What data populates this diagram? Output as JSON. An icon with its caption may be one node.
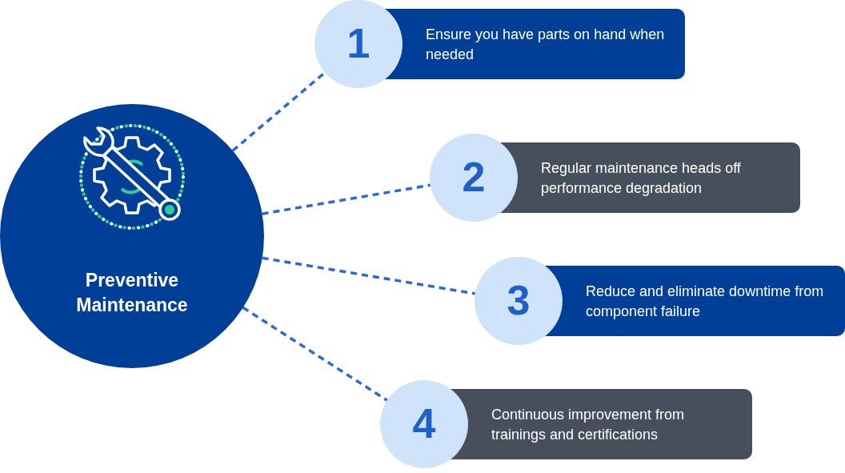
{
  "diagram": {
    "nodes": [
      {
        "text": [
          "Preventive Maintenance"
        ]
      },
      {
        "text": [
          "1",
          "Ensure you have parts on hand when needed"
        ]
      },
      {
        "text": [
          "2",
          "Regular maintenance heads off performance degradation"
        ]
      },
      {
        "text": [
          "3",
          "Reduce and eliminate downtime from component failure"
        ]
      },
      {
        "text": [
          "4",
          "Continuous improvement from trainings and certifications"
        ]
      }
    ],
    "edges": [
      {
        "from": 0,
        "to": 1,
        "arrow": "none",
        "style": "dashed"
      },
      {
        "from": 0,
        "to": 2,
        "arrow": "none",
        "style": "dashed"
      },
      {
        "from": 0,
        "to": 3,
        "arrow": "none",
        "style": "dashed"
      },
      {
        "from": 0,
        "to": 4,
        "arrow": "none",
        "style": "dashed"
      }
    ]
  }
}
